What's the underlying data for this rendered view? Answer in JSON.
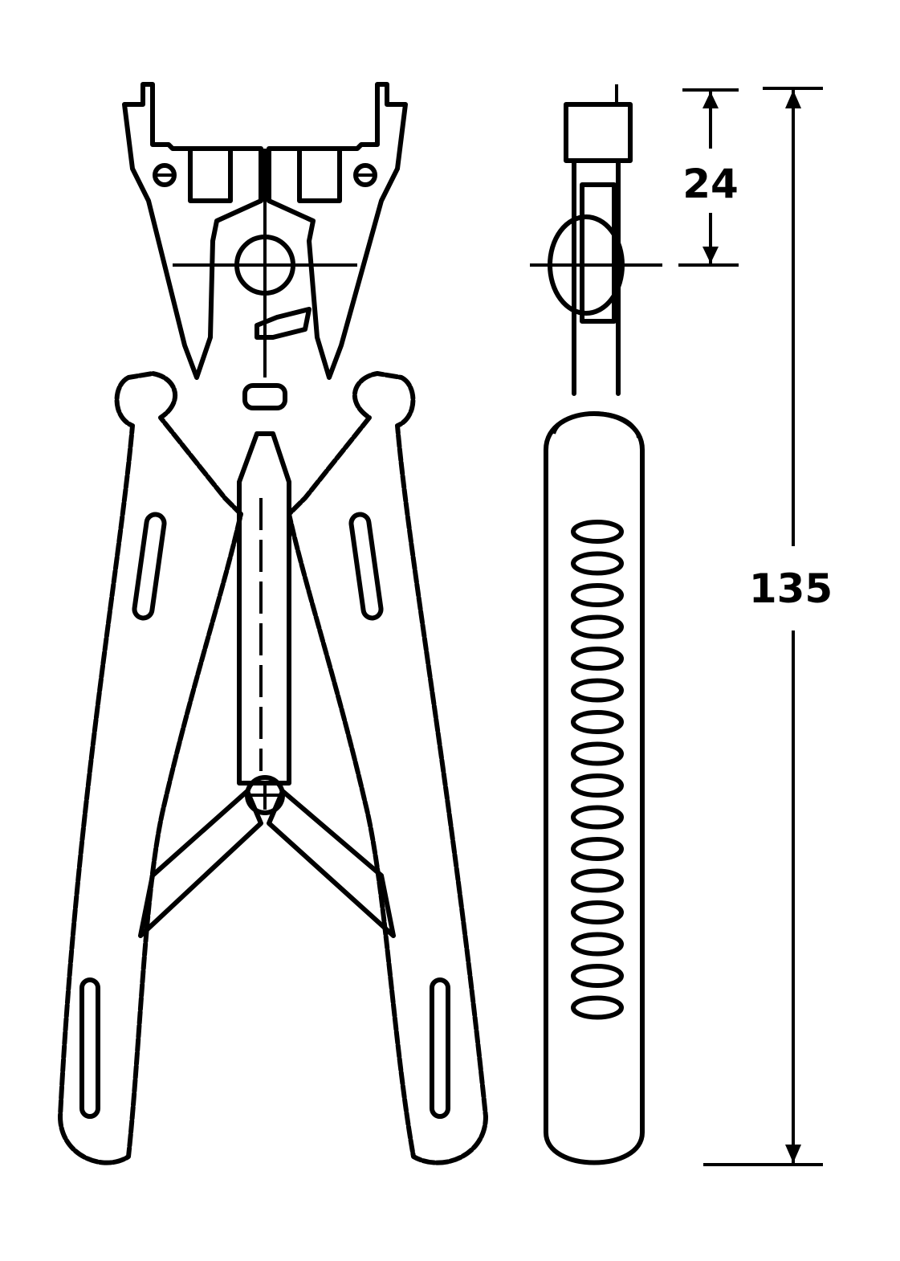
{
  "drawing": {
    "dimensions": {
      "head_height": "24",
      "overall_length": "135"
    },
    "side_view_grip_ovals": 16,
    "colors": {
      "line": "#000000",
      "background": "#ffffff"
    }
  }
}
